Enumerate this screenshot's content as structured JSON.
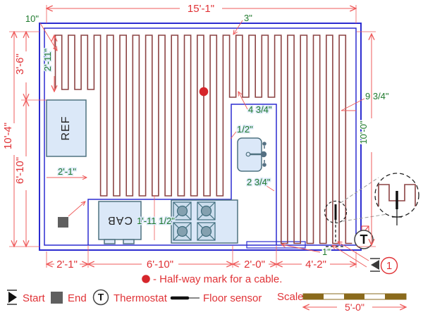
{
  "plan": {
    "ref_label": "REF",
    "cab_label": "CAB",
    "thermostat_letter": "T",
    "callout_number": "1"
  },
  "dimensions": {
    "top_width": "15'-1\"",
    "left_total": "10'-4\"",
    "left_upper": "3'-6\"",
    "left_lower": "6'-10\"",
    "right_height": "10'-0\"",
    "bottom": [
      "2'-1\"",
      "6'-10\"",
      "2'-0\"",
      "4'-2\""
    ]
  },
  "cable_dimensions": {
    "wall_offset_top": "10\"",
    "left_loop_depth": "2'-11\"",
    "spacing_top": "3\"",
    "above_sink": "4 3/4\"",
    "sink_gap": "1/2\"",
    "below_sink": "2 3/4\"",
    "right_gap": "9 3/4\"",
    "cab_stove_gap": "1'-11 1/2\"",
    "bottom_gap": "1\"",
    "left_floor_width": "2'-1\""
  },
  "legend": {
    "start": "Start",
    "end": "End",
    "thermostat": "Thermostat",
    "floor_sensor": "Floor sensor",
    "halfway": "- Half-way mark for a cable."
  },
  "scale": {
    "label": "Scale",
    "length": "5'-0\""
  },
  "colors": {
    "dimension_red": "#e8474a",
    "cable_dim_green": "#1f7a2d",
    "wall_blue": "#2c2cd0",
    "cable_maroon": "#8c4343",
    "floor_fill": "#dbe8f8",
    "scale_brown": "#8a6a1c",
    "marker_gray": "#5f5f5f",
    "halfway_red": "#d6262b"
  }
}
